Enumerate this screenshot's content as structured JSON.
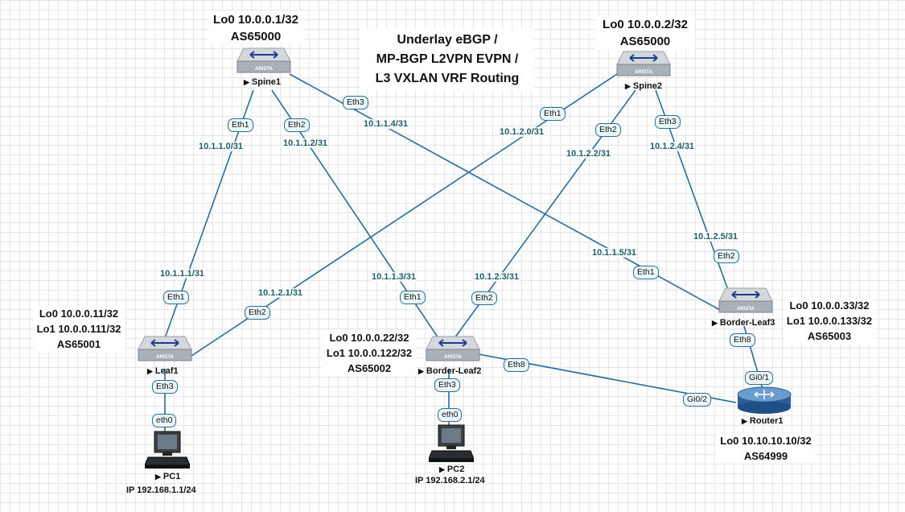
{
  "title": {
    "lines": [
      "Underlay eBGP /",
      "MP-BGP L2VPN EVPN /",
      "L3 VXLAN VRF Routing"
    ]
  },
  "nodes": {
    "spine1": {
      "name": "Spine1",
      "icon": "arista-switch-icon",
      "brand": "ARISTA",
      "info": [
        "Lo0 10.0.0.1/32",
        "AS65000"
      ]
    },
    "spine2": {
      "name": "Spine2",
      "icon": "arista-switch-icon",
      "brand": "ARISTA",
      "info": [
        "Lo0 10.0.0.2/32",
        "AS65000"
      ]
    },
    "leaf1": {
      "name": "Leaf1",
      "icon": "arista-switch-icon",
      "brand": "ARISTA",
      "info": [
        "Lo0 10.0.0.11/32",
        "Lo1 10.0.0.111/32",
        "AS65001"
      ]
    },
    "bleaf2": {
      "name": "Border-Leaf2",
      "icon": "arista-switch-icon",
      "brand": "ARISTA",
      "info": [
        "Lo0 10.0.0.22/32",
        "Lo1 10.0.0.122/32",
        "AS65002"
      ]
    },
    "bleaf3": {
      "name": "Border-Leaf3",
      "icon": "arista-switch-icon",
      "brand": "ARISTA",
      "info": [
        "Lo0 10.0.0.33/32",
        "Lo1 10.0.0.133/32",
        "AS65003"
      ]
    },
    "router1": {
      "name": "Router1",
      "icon": "router-icon",
      "info": [
        "Lo0 10.10.10.10/32",
        "AS64999"
      ]
    },
    "pc1": {
      "name": "PC1",
      "icon": "pc-icon",
      "ip": "IP  192.168.1.1/24"
    },
    "pc2": {
      "name": "PC2",
      "icon": "pc-icon",
      "ip": "IP  192.168.2.1/24"
    }
  },
  "ports": {
    "s1_eth1": "Eth1",
    "s1_eth2": "Eth2",
    "s1_eth3": "Eth3",
    "s2_eth1": "Eth1",
    "s2_eth2": "Eth2",
    "s2_eth3": "Eth3",
    "l1_eth1": "Eth1",
    "l1_eth2": "Eth2",
    "l1_eth3": "Eth3",
    "b2_eth1": "Eth1",
    "b2_eth2": "Eth2",
    "b2_eth3": "Eth3",
    "b2_eth8": "Eth8",
    "b3_eth1": "Eth1",
    "b3_eth2": "Eth2",
    "b3_eth8": "Eth8",
    "r1_gi01": "Gi0/1",
    "r1_gi02": "Gi0/2",
    "pc1_eth0": "eth0",
    "pc2_eth0": "eth0"
  },
  "subnets": {
    "a": "10.1.1.0/31",
    "b": "10.1.1.2/31",
    "c": "10.1.1.4/31",
    "d": "10.1.2.0/31",
    "e": "10.1.2.2/31",
    "f": "10.1.2.4/31",
    "g": "10.1.1.1/31",
    "h": "10.1.2.1/31",
    "i": "10.1.1.3/31",
    "j": "10.1.2.3/31",
    "k": "10.1.1.5/31",
    "l": "10.1.2.5/31"
  },
  "colors": {
    "link": "#2a6d9a",
    "subnet_text": "#1f5f6a",
    "port_bg": "#eaf6f8"
  }
}
